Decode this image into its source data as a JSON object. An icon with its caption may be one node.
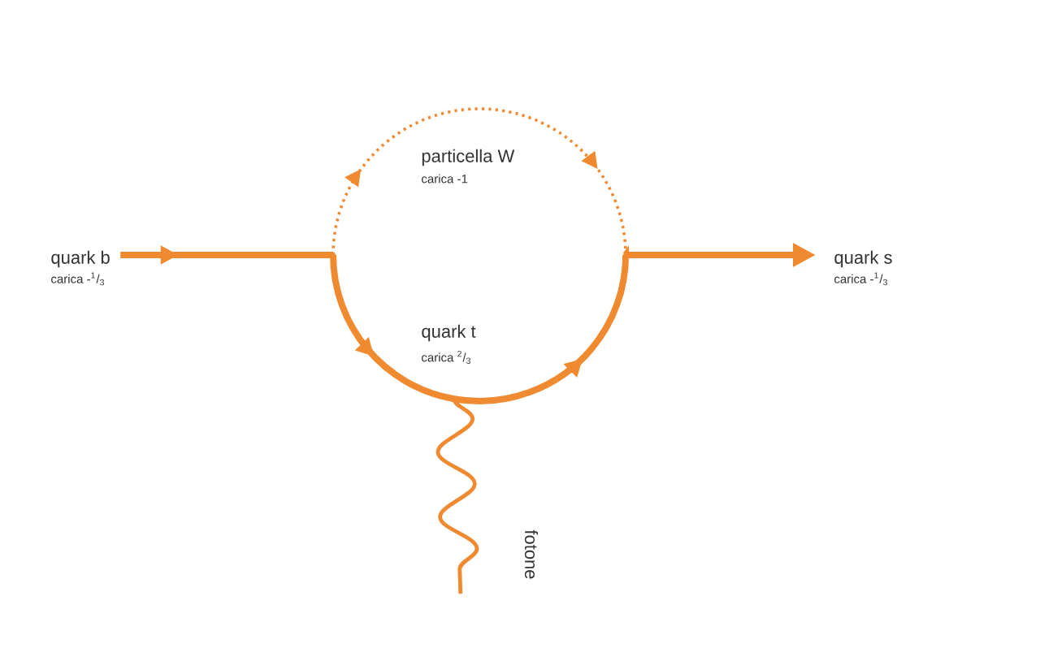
{
  "diagram": {
    "nodes": [
      {
        "text": [
          "quark b",
          "carica -$^{1}$/$_{3}$"
        ]
      },
      {
        "text": [],
        "shape": "dot"
      },
      {
        "text": [],
        "shape": "dot"
      },
      {
        "text": [
          "quark s",
          "carica -$^{1}$/$_{3}$"
        ]
      },
      {
        "text": [],
        "shape": "dot"
      }
    ],
    "edges": [
      {
        "from": 0,
        "to": 1,
        "arrow": "to"
      },
      {
        "from": 1,
        "to": 2,
        "arrow": "to",
        "style": "dashed"
      },
      {
        "from": 1,
        "to": 4,
        "arrow": "to"
      },
      {
        "from": 4,
        "to": 2,
        "arrow": "to"
      },
      {
        "from": 2,
        "to": 3,
        "arrow": "to"
      },
      {
        "from": 4,
        "to": null,
        "arrow": "none"
      }
    ],
    "labels": [
      "particella W",
      "carica -1",
      "quark t",
      "carica $^{2}$/$_{3}$",
      "fotone"
    ]
  }
}
